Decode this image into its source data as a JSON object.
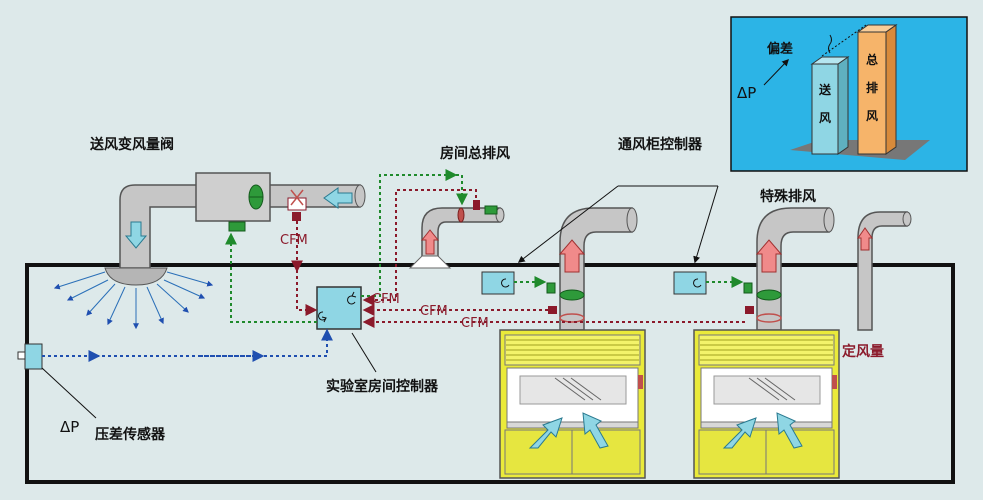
{
  "labels": {
    "supply_vav": "送风变风量阀",
    "room_exhaust": "房间总排风",
    "hood_controller": "通风柜控制器",
    "special_exhaust": "特殊排风",
    "lab_room_controller": "实验室房间控制器",
    "dp_sensor": "压差传感器",
    "constant_volume": "定风量",
    "cfm_1": "CFM",
    "cfm_2": "CFM",
    "cfm_3": "CFM",
    "cfm_4": "CFM",
    "delta_p_main": "ΔP",
    "delta_p_inset": "ΔP",
    "offset": "偏差",
    "supply_bar": "送风",
    "exhaust_bar": "总排风"
  },
  "colors": {
    "background": "#dde9ea",
    "duct_gray": "#c6c6c6",
    "hood_yellow": "#eaea3a",
    "controller_blue": "#8fd6e4",
    "signal_green": "#1f8a2c",
    "signal_red": "#8b1a2b",
    "signal_blue": "#1f4fb0",
    "inset_bg": "#2cb4e6",
    "supply_bar": "#8fd6e4",
    "exhaust_bar": "#f6b46a"
  }
}
